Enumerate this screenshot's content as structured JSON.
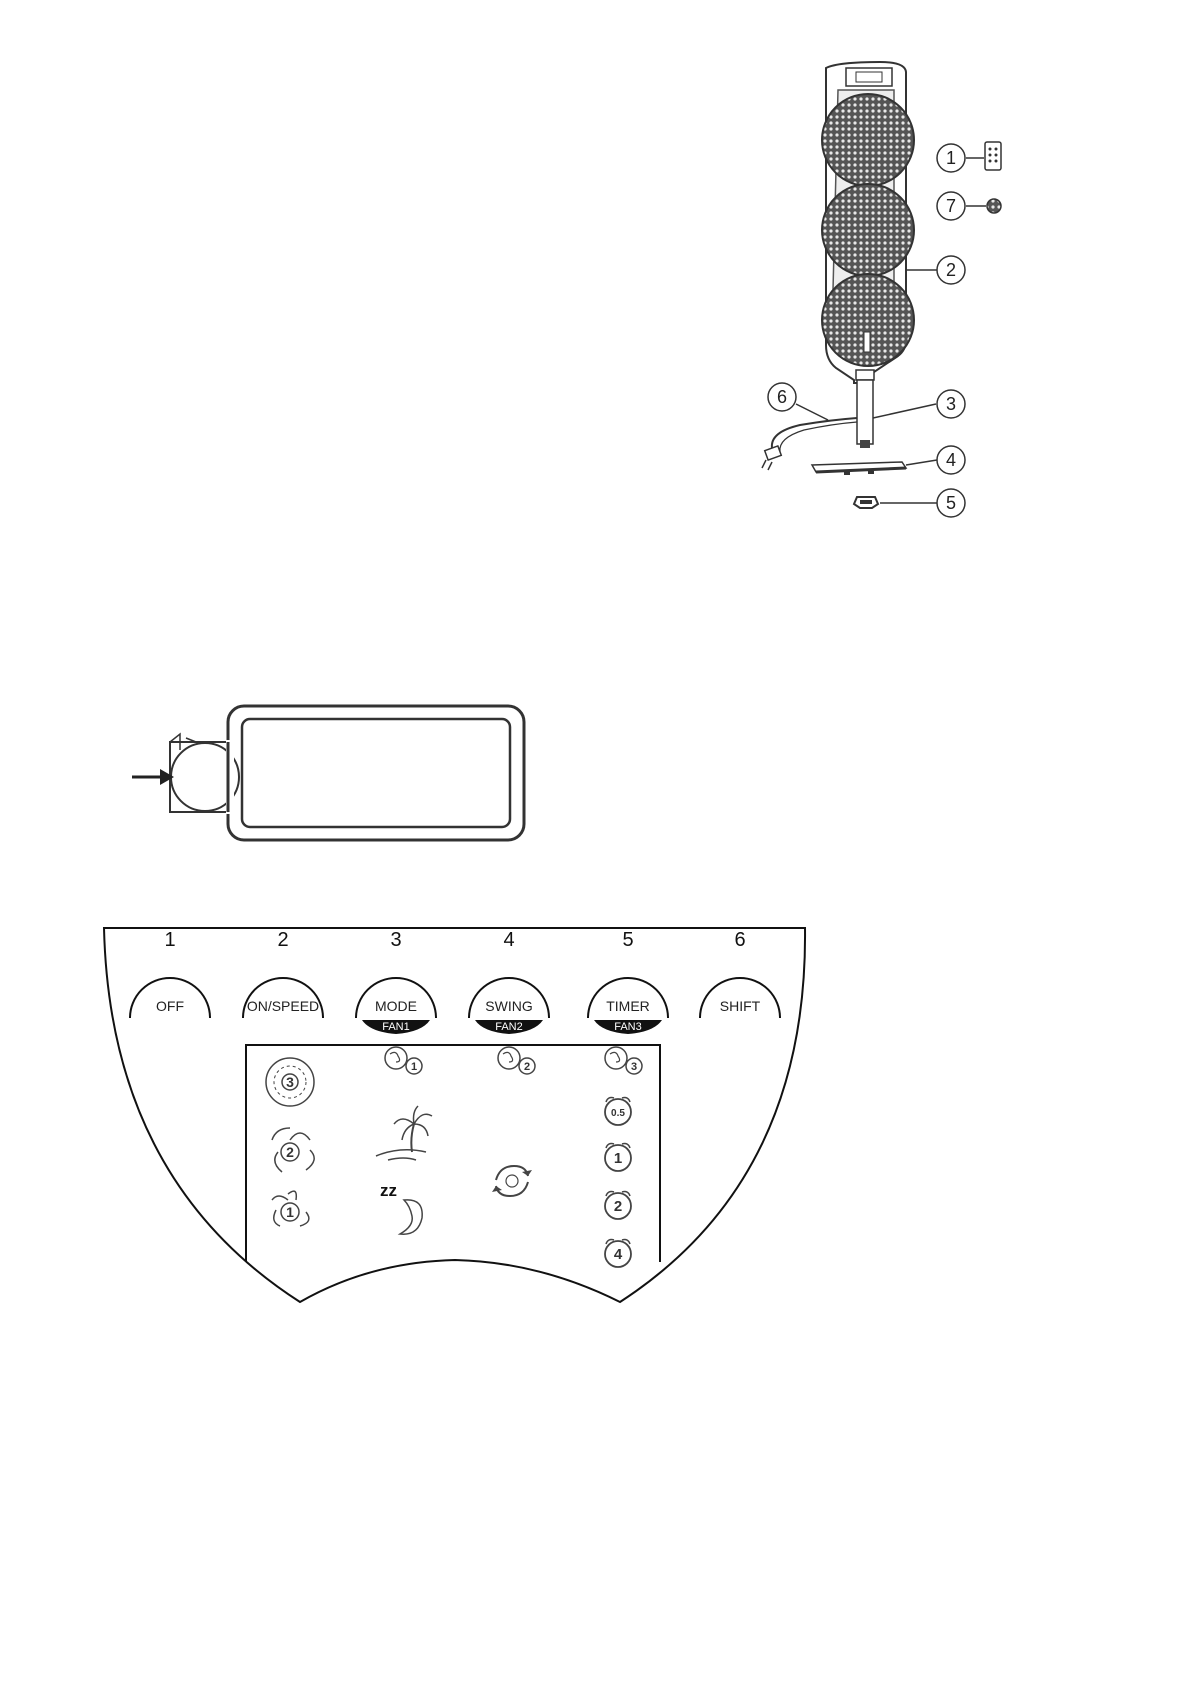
{
  "parts": {
    "callouts": [
      {
        "number": "1",
        "part": "remote"
      },
      {
        "number": "7",
        "part": "small-round-part"
      },
      {
        "number": "2",
        "part": "fan-body"
      },
      {
        "number": "6",
        "part": "power-cord"
      },
      {
        "number": "3",
        "part": "support-pole"
      },
      {
        "number": "4",
        "part": "base-plate"
      },
      {
        "number": "5",
        "part": "base-fixing"
      }
    ]
  },
  "panel": {
    "buttons": [
      {
        "number": "1",
        "label": "OFF",
        "sub": ""
      },
      {
        "number": "2",
        "label": "ON/SPEED",
        "sub": ""
      },
      {
        "number": "3",
        "label": "MODE",
        "sub": "FAN1"
      },
      {
        "number": "4",
        "label": "SWING",
        "sub": "FAN2"
      },
      {
        "number": "5",
        "label": "TIMER",
        "sub": "FAN3"
      },
      {
        "number": "6",
        "label": "SHIFT",
        "sub": ""
      }
    ],
    "indicators": {
      "speed": [
        "3",
        "2",
        "1"
      ],
      "fan": [
        "1",
        "2",
        "3"
      ],
      "timer": [
        "0.5",
        "1",
        "2",
        "4"
      ],
      "sleep": "zz"
    }
  }
}
